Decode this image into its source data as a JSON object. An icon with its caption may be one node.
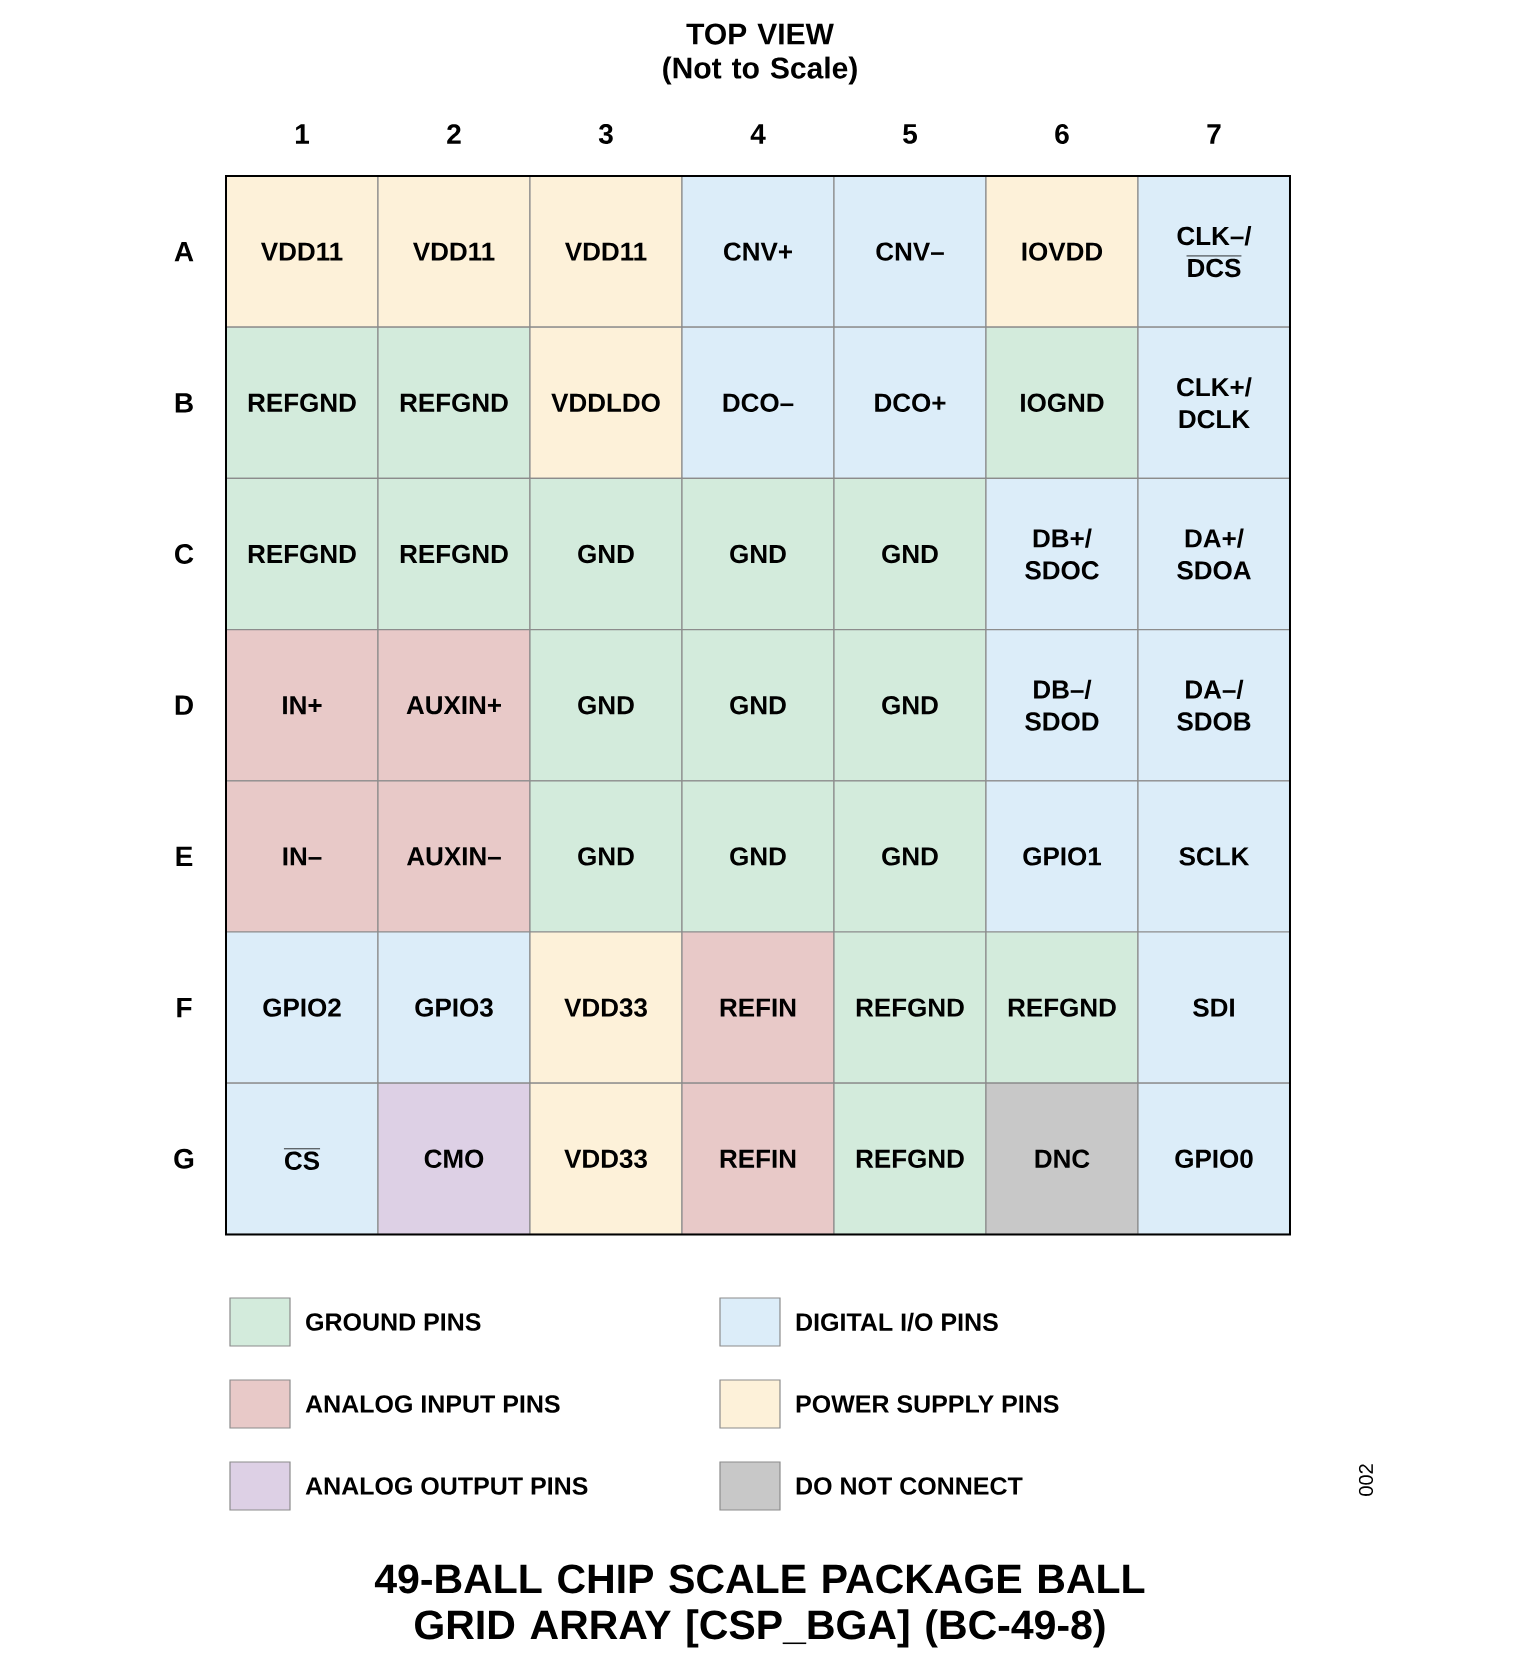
{
  "diagram": {
    "title": "TOP VIEW (Not to Scale)",
    "caption": "49-BALL CHIP SCALE PACKAGE BALL GRID ARRAY [CSP_BGA] (BC-49-8)",
    "nodes": [
      {
        "text": [
          "VDD11"
        ]
      },
      {
        "text": [
          "VDD11"
        ]
      },
      {
        "text": [
          "VDD11"
        ]
      },
      {
        "text": [
          "CNV+"
        ]
      },
      {
        "text": [
          "CNV–"
        ]
      },
      {
        "text": [
          "IOVDD"
        ]
      },
      {
        "text": [
          "CLK–/",
          "DCS"
        ]
      },
      {
        "text": [
          "REFGND"
        ]
      },
      {
        "text": [
          "REFGND"
        ]
      },
      {
        "text": [
          "VDDLDO"
        ]
      },
      {
        "text": [
          "DCO–"
        ]
      },
      {
        "text": [
          "DCO+"
        ]
      },
      {
        "text": [
          "IOGND"
        ]
      },
      {
        "text": [
          "CLK+/ DCLK"
        ]
      },
      {
        "text": [
          "REFGND"
        ]
      },
      {
        "text": [
          "REFGND"
        ]
      },
      {
        "text": [
          "GND"
        ]
      },
      {
        "text": [
          "GND"
        ]
      },
      {
        "text": [
          "GND"
        ]
      },
      {
        "text": [
          "DB+/ SDOC"
        ]
      },
      {
        "text": [
          "DA+/ SDOA"
        ]
      },
      {
        "text": [
          "IN+"
        ]
      },
      {
        "text": [
          "AUXIN+"
        ]
      },
      {
        "text": [
          "GND"
        ]
      },
      {
        "text": [
          "GND"
        ]
      },
      {
        "text": [
          "GND"
        ]
      },
      {
        "text": [
          "DB–/ SDOD"
        ]
      },
      {
        "text": [
          "DA–/ SDOB"
        ]
      },
      {
        "text": [
          "IN–"
        ]
      },
      {
        "text": [
          "AUXIN–"
        ]
      },
      {
        "text": [
          "GND"
        ]
      },
      {
        "text": [
          "GND"
        ]
      },
      {
        "text": [
          "GND"
        ]
      },
      {
        "text": [
          "GPIO1"
        ]
      },
      {
        "text": [
          "SCLK"
        ]
      },
      {
        "text": [
          "GPIO2"
        ]
      },
      {
        "text": [
          "GPIO3"
        ]
      },
      {
        "text": [
          "VDD33"
        ]
      },
      {
        "text": [
          "REFIN"
        ]
      },
      {
        "text": [
          "REFGND"
        ]
      },
      {
        "text": [
          "REFGND"
        ]
      },
      {
        "text": [
          "SDI"
        ]
      },
      {
        "text": [
          "CS"
        ]
      },
      {
        "text": [
          "CMO"
        ]
      },
      {
        "text": [
          "VDD33"
        ]
      },
      {
        "text": [
          "REFIN"
        ]
      },
      {
        "text": [
          "REFGND"
        ]
      },
      {
        "text": [
          "DNC"
        ]
      },
      {
        "text": [
          "GPIO0"
        ]
      }
    ],
    "labels": [
      "1",
      "2",
      "3",
      "4",
      "5",
      "6",
      "7",
      "A",
      "B",
      "C",
      "D",
      "E",
      "F",
      "G",
      "002"
    ],
    "legend": [
      {
        "text": "GROUND PINS",
        "color": "#d3ebdc"
      },
      {
        "text": "DIGITAL I/O PINS",
        "color": "#dcedf9"
      },
      {
        "text": "ANALOG INPUT PINS",
        "color": "#e8c9c8"
      },
      {
        "text": "POWER SUPPLY PINS",
        "color": "#fdf1d9"
      },
      {
        "text": "ANALOG OUTPUT PINS",
        "color": "#ddd0e5"
      },
      {
        "text": "DO NOT CONNECT",
        "color": "#c8c8c8"
      }
    ]
  }
}
